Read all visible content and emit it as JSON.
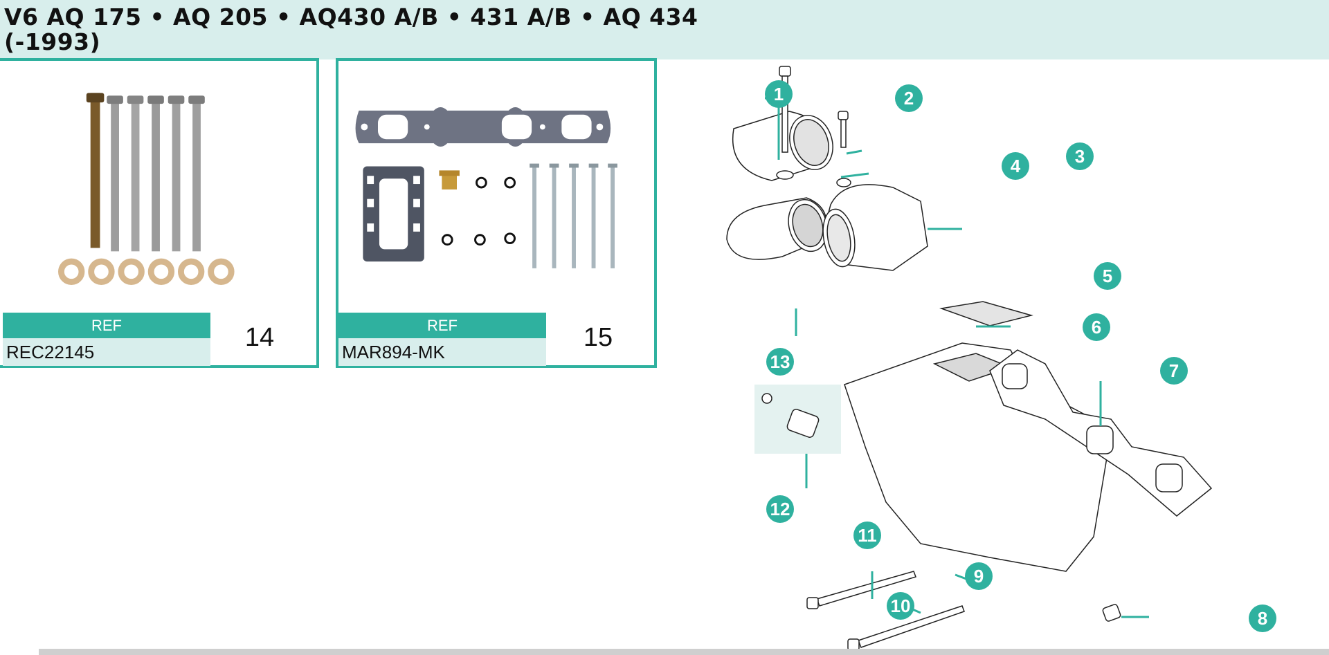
{
  "header": {
    "title_line1": "V6 AQ 175 • AQ 205 • AQ430 A/B • 431 A/B • AQ 434",
    "title_line2": "(-1993)"
  },
  "products": [
    {
      "ref_label": "REF",
      "ref_code": "REC22145",
      "number": "14"
    },
    {
      "ref_label": "REF",
      "ref_code": "MAR894-MK",
      "number": "15"
    }
  ],
  "diagram": {
    "callouts": [
      "1",
      "2",
      "3",
      "4",
      "5",
      "6",
      "7",
      "8",
      "9",
      "10",
      "11",
      "12",
      "13"
    ]
  },
  "colors": {
    "accent": "#2fb19f",
    "header_bg": "#d8eeec"
  }
}
